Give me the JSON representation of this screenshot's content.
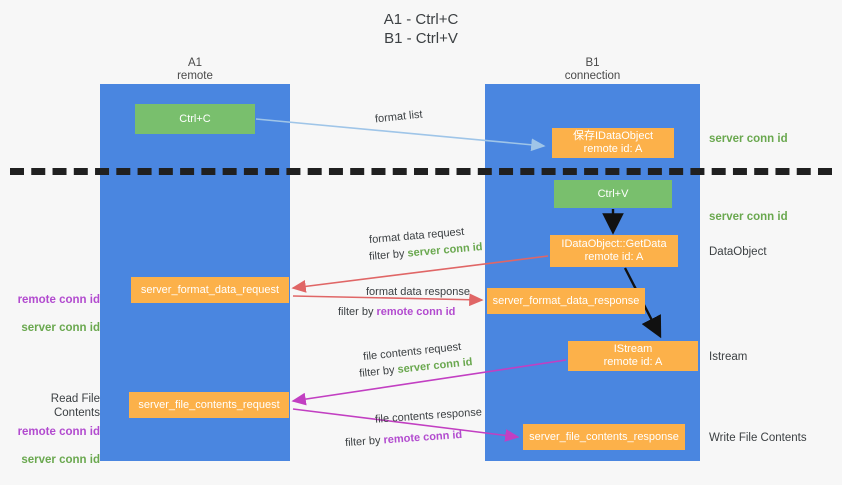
{
  "title": "A1 - Ctrl+C\nB1 - Ctrl+V",
  "colors": {
    "lane": "#4a86e0",
    "green_node": "#79bf6d",
    "orange_node": "#fcb14a",
    "server_conn_id": "#6aa84f",
    "remote_conn_id": "#b24bcf",
    "light_blue_arrow": "#9fc5e8",
    "red_arrow": "#e06666",
    "magenta_arrow": "#c23fc2",
    "black_arrow": "#000000",
    "background": "#f7f7f7"
  },
  "lanes": [
    {
      "id": "a1",
      "title": "A1\nremote"
    },
    {
      "id": "b1",
      "title": "B1\nconnection"
    }
  ],
  "nodes": {
    "ctrl_c": "Ctrl+C",
    "idataobject": "保存IDataObject\nremote id: A",
    "ctrl_v": "Ctrl+V",
    "getdata": "IDataObject::GetData\nremote id: A",
    "server_format_data_request": "server_format_data_request",
    "server_format_data_response": "server_format_data_response",
    "istream": "IStream\nremote id: A",
    "server_file_contents_request": "server_file_contents_request",
    "server_file_contents_response": "server_file_contents_response"
  },
  "side_labels": {
    "server_conn_id_top": "server conn id",
    "server_conn_id_mid": "server conn id",
    "dataobject": "DataObject",
    "istream": "Istream",
    "write_file_contents": "Write File Contents",
    "read_file_contents": "Read File Contents",
    "remote_conn_id": "remote conn id",
    "server_conn_id": "server conn id"
  },
  "edges": {
    "format_list": "format list",
    "format_data_request": "format data request",
    "format_data_request_filter_prefix": "filter by ",
    "format_data_request_filter_value": "server conn id",
    "format_data_response": "format data response",
    "format_data_response_filter_prefix": "filter by ",
    "format_data_response_filter_value": "remote conn id",
    "file_contents_request": "file contents request",
    "file_contents_request_filter_prefix": "filter by ",
    "file_contents_request_filter_value": "server conn id",
    "file_contents_response": "file contents response",
    "file_contents_response_filter_prefix": "filter by ",
    "file_contents_response_filter_value": "remote conn id"
  }
}
